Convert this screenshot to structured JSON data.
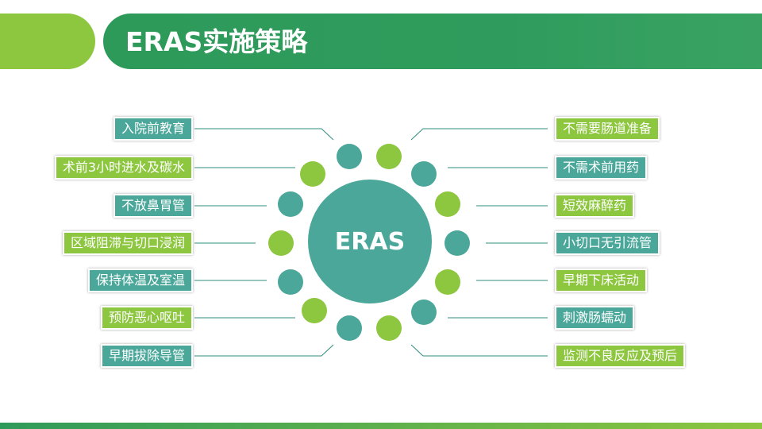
{
  "title": "ERAS实施策略",
  "center_label": "ERAS",
  "left_items": [
    {
      "label": "入院前教育",
      "color": "#4aa79a"
    },
    {
      "label": "术前3小时进水及碳水",
      "color": "#8dc63f"
    },
    {
      "label": "不放鼻胃管",
      "color": "#4aa79a"
    },
    {
      "label": "区域阻滞与切口浸润",
      "color": "#8dc63f"
    },
    {
      "label": "保持体温及室温",
      "color": "#4aa79a"
    },
    {
      "label": "预防恶心呕吐",
      "color": "#8dc63f"
    },
    {
      "label": "早期拔除导管",
      "color": "#4aa79a"
    }
  ],
  "right_items": [
    {
      "label": "不需要肠道准备",
      "color": "#8dc63f"
    },
    {
      "label": "不需术前用药",
      "color": "#4aa79a"
    },
    {
      "label": "短效麻醉药",
      "color": "#8dc63f"
    },
    {
      "label": "小切口无引流管",
      "color": "#4aa79a"
    },
    {
      "label": "早期下床活动",
      "color": "#8dc63f"
    },
    {
      "label": "刺激肠蠕动",
      "color": "#4aa79a"
    },
    {
      "label": "监测不良反应及预后",
      "color": "#8dc63f"
    }
  ],
  "colors": {
    "primary_green": "#2e9a5a",
    "teal": "#4aa79a",
    "lime": "#8dc63f"
  }
}
